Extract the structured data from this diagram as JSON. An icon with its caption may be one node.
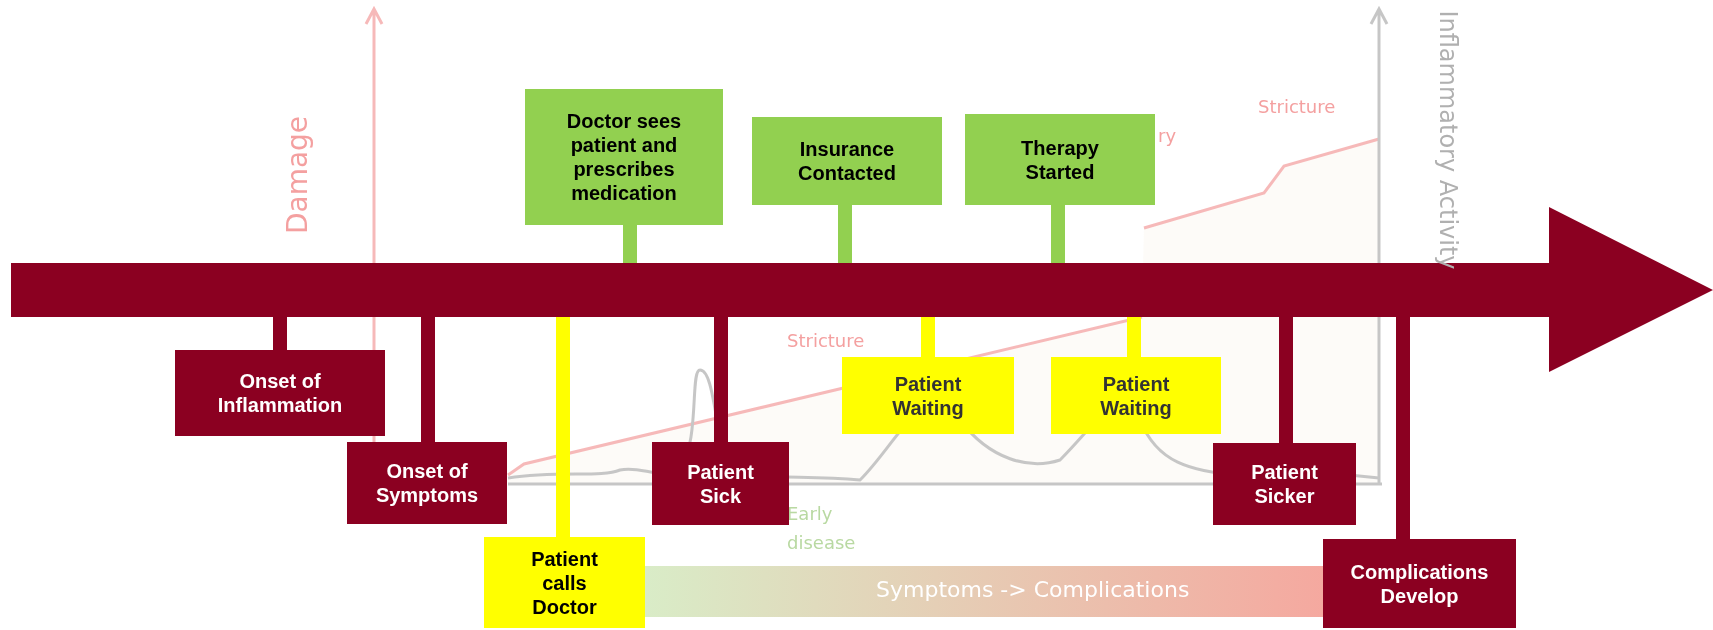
{
  "diagram": {
    "nodes": [
      {
        "text": [
          "Onset of Inflammation"
        ]
      },
      {
        "text": [
          "Onset of Symptoms"
        ]
      },
      {
        "text": [
          "Patient calls Doctor"
        ]
      },
      {
        "text": [
          "Doctor sees patient and prescribes medication"
        ]
      },
      {
        "text": [
          "Patient Sick"
        ]
      },
      {
        "text": [
          "Insurance Contacted"
        ]
      },
      {
        "text": [
          "Patient Waiting"
        ]
      },
      {
        "text": [
          "Therapy Started"
        ]
      },
      {
        "text": [
          "Patient Waiting"
        ]
      },
      {
        "text": [
          "Patient Sicker"
        ]
      },
      {
        "text": [
          "Complications Develop"
        ]
      },
      {
        "text": [],
        "shape": "arrow"
      }
    ],
    "edges": [
      {
        "from": 0,
        "to": 11,
        "arrow": "none"
      },
      {
        "from": 1,
        "to": 11,
        "arrow": "none"
      },
      {
        "from": 2,
        "to": 11,
        "arrow": "none",
        "color": "#ffff00"
      },
      {
        "from": 3,
        "to": 11,
        "arrow": "none",
        "color": "#92d050"
      },
      {
        "from": 4,
        "to": 11,
        "arrow": "none"
      },
      {
        "from": 5,
        "to": 11,
        "arrow": "none",
        "color": "#92d050"
      },
      {
        "from": 6,
        "to": 11,
        "arrow": "none",
        "color": "#ffff00"
      },
      {
        "from": 7,
        "to": 11,
        "arrow": "none",
        "color": "#92d050"
      },
      {
        "from": 8,
        "to": 11,
        "arrow": "none",
        "color": "#ffff00"
      },
      {
        "from": 9,
        "to": 11,
        "arrow": "none"
      },
      {
        "from": 10,
        "to": 11,
        "arrow": "none"
      }
    ],
    "labels": [
      "Damage",
      "Stricture",
      "ry",
      "Inflammatory Activity",
      "Stricture",
      "Early disease",
      "Symptoms -> Complications"
    ]
  }
}
